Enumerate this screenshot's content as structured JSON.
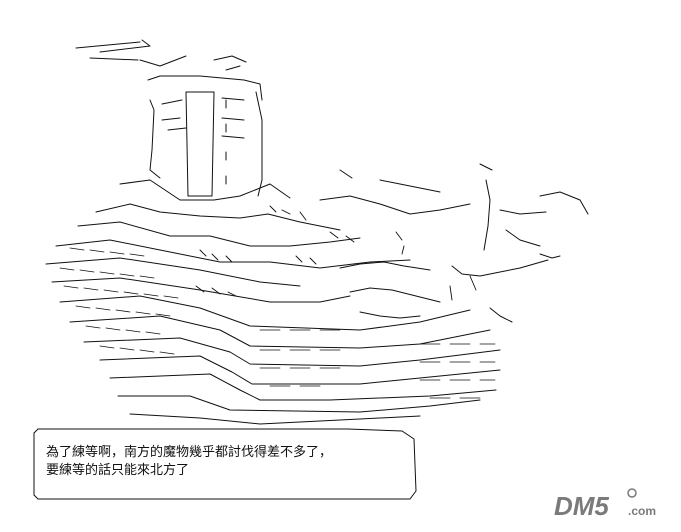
{
  "dialogue": {
    "line1": "為了練等啊，南方的魔物幾乎都討伐得差不多了，",
    "line2": "要練等的話只能來北方了"
  },
  "watermark": {
    "text": "DM5",
    "domain": ".com"
  },
  "colors": {
    "ink": "#111111",
    "paper": "#ffffff",
    "watermark_gray": "#7a7a7a"
  }
}
